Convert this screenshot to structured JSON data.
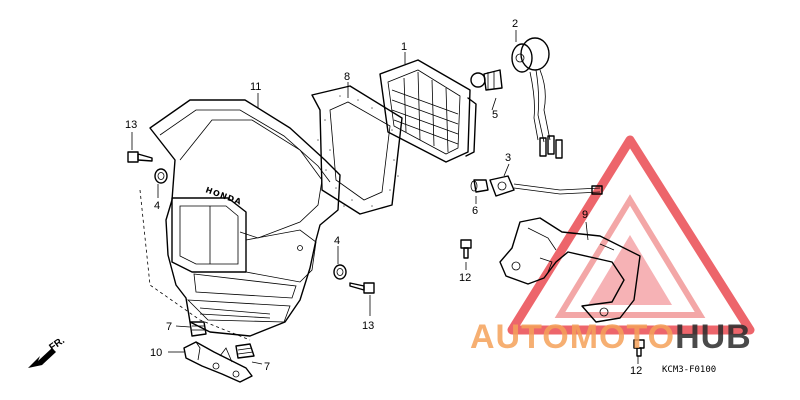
{
  "callouts": {
    "c1": "1",
    "c2": "2",
    "c3": "3",
    "c4a": "4",
    "c4b": "4",
    "c5": "5",
    "c6": "6",
    "c7a": "7",
    "c7b": "7",
    "c8": "8",
    "c9": "9",
    "c10": "10",
    "c11": "11",
    "c12a": "12",
    "c12b": "12",
    "c13a": "13",
    "c13b": "13"
  },
  "cowl_marking": "HONDA",
  "direction_label": "FR.",
  "diagram_code": "KCM3-F0100",
  "watermark": {
    "text_part1": "AUTOMOTO",
    "text_part2": "HUB",
    "colors": {
      "red": "#e8323a",
      "orange": "#f5a25a",
      "dark": "#2b2b2b"
    }
  }
}
